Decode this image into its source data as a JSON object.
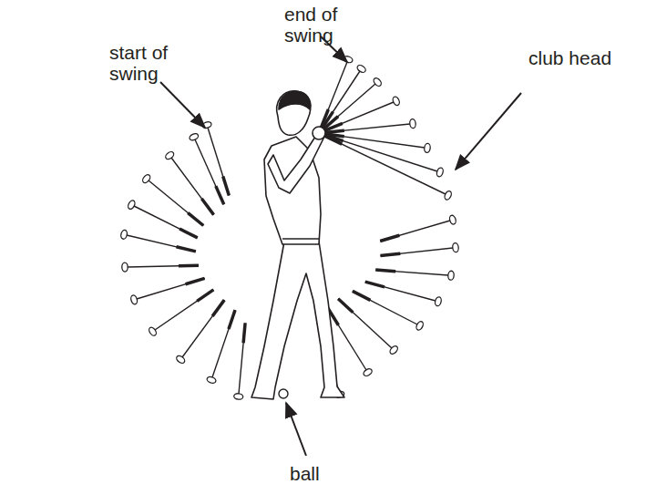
{
  "diagram": {
    "labels": [
      "end of swing",
      "start of swing",
      "club head",
      "ball"
    ]
  }
}
